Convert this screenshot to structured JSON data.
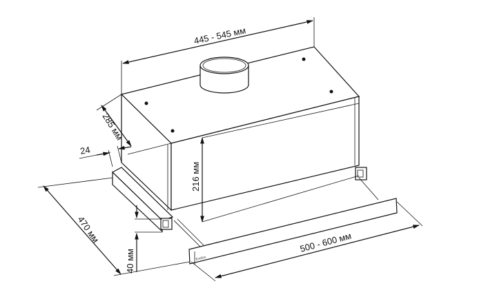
{
  "dimensions": {
    "width": "445 - 545 мм",
    "depth_top": "285 мм",
    "offset": "24",
    "height": "216 мм",
    "depth_total": "470 мм",
    "panel_height": "40 мм",
    "panel_width": "500 - 600 мм"
  },
  "brand_logo": "Evelux"
}
